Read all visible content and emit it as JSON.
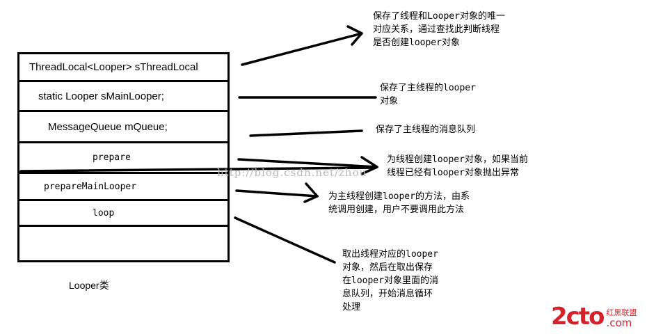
{
  "class_box": {
    "rows": [
      "ThreadLocal<Looper> sThreadLocal",
      "static Looper sMainLooper;",
      "MessageQueue mQueue;",
      "prepare",
      "prepareMainLooper",
      "loop",
      ""
    ],
    "caption": "Looper类"
  },
  "notes": [
    "保存了线程和Looper对象的唯一\n对应关系，通过查找此判断线程\n是否创建looper对象",
    "保存了主线程的looper\n对象",
    "保存了主线程的消息队列",
    "为线程创建looper对象，如果当前\n线程已经有looper对象抛出异常",
    "为主线程创建looper的方法，由系\n统调用创建，用户不要调用此方法",
    "取出线程对应的looper\n对象，然后在取出保存\n在looper对象里面的消\n息队列，开始消息循环\n处理"
  ],
  "watermark": "http://blog.csdn.net/zhou",
  "logo": {
    "main": "2cto",
    "top": "红黑联盟",
    "com": ".com"
  },
  "colors": {
    "ink": "#000000",
    "logo": "#d4232b",
    "watermark": "#b8b8b8"
  }
}
